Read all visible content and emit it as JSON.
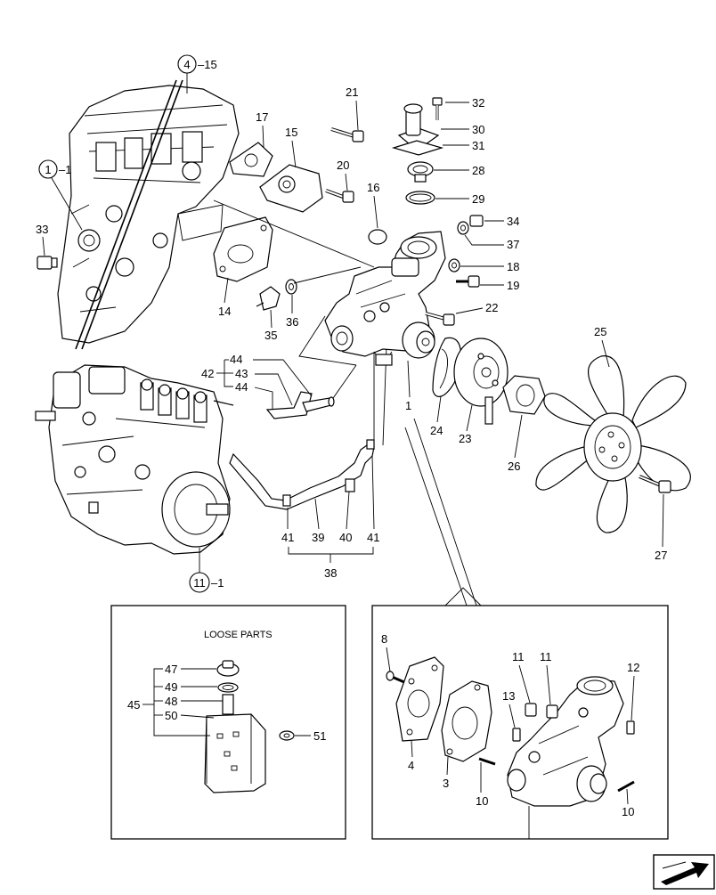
{
  "callouts": {
    "ref_4_15": {
      "circle": "4",
      "suffix": "–15"
    },
    "ref_1_1": {
      "circle": "1",
      "suffix": "–1"
    },
    "ref_11_1": {
      "circle": "11",
      "suffix": "–1"
    }
  },
  "labels": {
    "p1": "1",
    "p3": "3",
    "p4": "4",
    "p8": "8",
    "p10a": "10",
    "p10b": "10",
    "p11a": "11",
    "p11b": "11",
    "p12": "12",
    "p13": "13",
    "p14": "14",
    "p15": "15",
    "p16": "16",
    "p17": "17",
    "p18": "18",
    "p19": "19",
    "p20": "20",
    "p21": "21",
    "p22": "22",
    "p23": "23",
    "p24": "24",
    "p25": "25",
    "p26": "26",
    "p27": "27",
    "p28": "28",
    "p29": "29",
    "p30": "30",
    "p31": "31",
    "p32": "32",
    "p33": "33",
    "p34": "34",
    "p35": "35",
    "p36": "36",
    "p37": "37",
    "p38": "38",
    "p39": "39",
    "p40": "40",
    "p41a": "41",
    "p41b": "41",
    "p42": "42",
    "p43": "43",
    "p44a": "44",
    "p44b": "44",
    "p45": "45",
    "p47": "47",
    "p48": "48",
    "p49": "49",
    "p50": "50",
    "p51": "51"
  },
  "loose_parts": {
    "title": "LOOSE PARTS"
  },
  "icons": {
    "nav": "next-page-arrow-icon"
  }
}
